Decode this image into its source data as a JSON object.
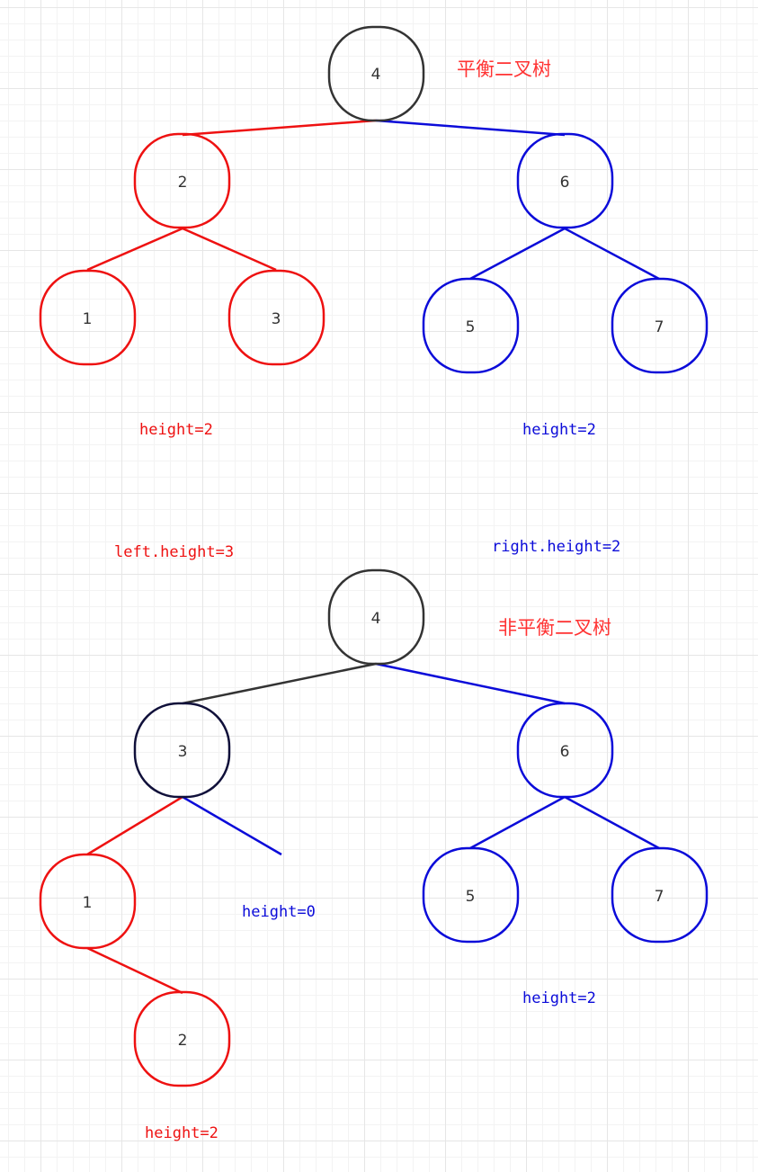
{
  "colors": {
    "red": "#ee1111",
    "blue": "#0b0bd9",
    "dark": "#333333",
    "navy": "#10103a",
    "title": "#ff3333"
  },
  "balanced": {
    "title": "平衡二叉树",
    "nodes": {
      "root": "4",
      "left": "2",
      "right": "6",
      "ll": "1",
      "lr": "3",
      "rl": "5",
      "rr": "7"
    },
    "labels": {
      "left_height": "height=2",
      "right_height": "height=2"
    }
  },
  "labels_middle": {
    "left": "left.height=3",
    "right": "right.height=2"
  },
  "unbalanced": {
    "title": "非平衡二叉树",
    "nodes": {
      "root": "4",
      "left": "3",
      "right": "6",
      "ll": "1",
      "llr": "2",
      "rl": "5",
      "rr": "7"
    },
    "labels": {
      "empty_right": "height=0",
      "right_height": "height=2",
      "left_height": "height=2"
    }
  }
}
